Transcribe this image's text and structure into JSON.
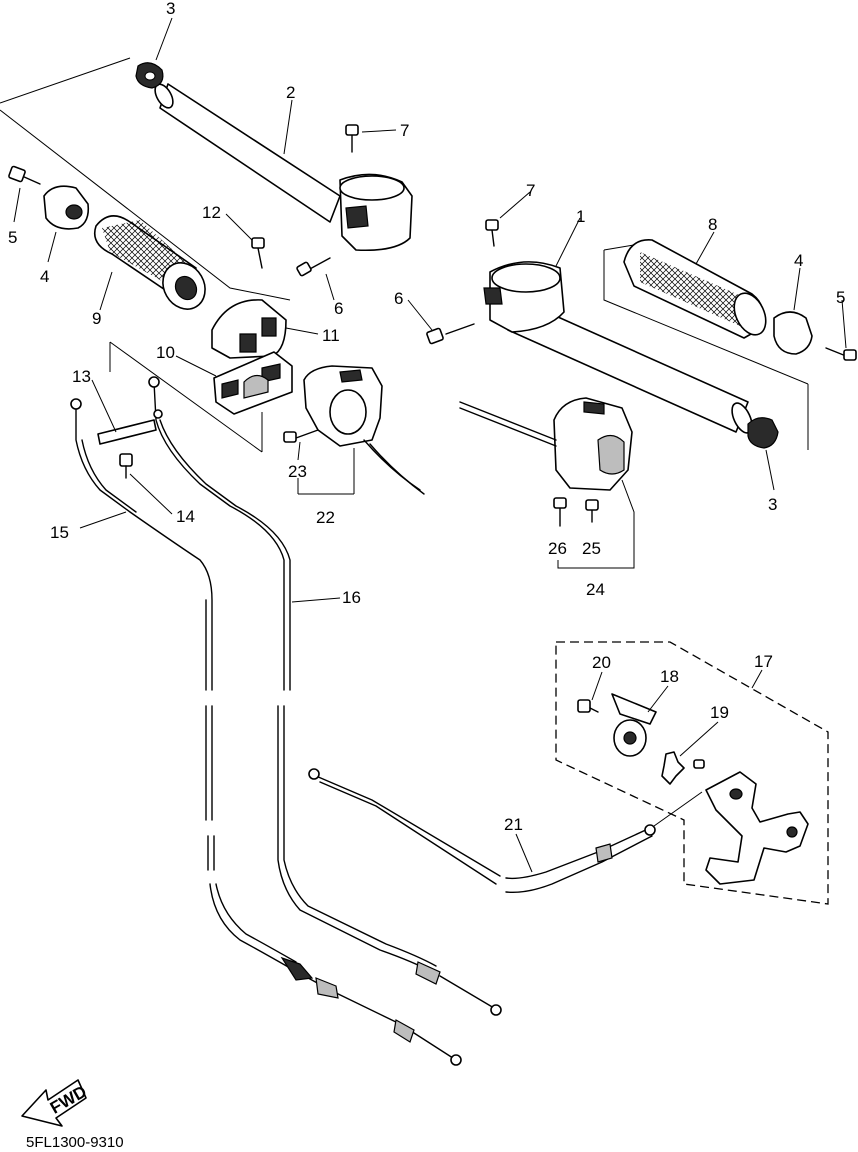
{
  "diagram": {
    "callouts": {
      "c1": "1",
      "c2": "2",
      "c3a": "3",
      "c3b": "3",
      "c4a": "4",
      "c4b": "4",
      "c5a": "5",
      "c5b": "5",
      "c6a": "6",
      "c6b": "6",
      "c7a": "7",
      "c7b": "7",
      "c8": "8",
      "c9": "9",
      "c10": "10",
      "c11": "11",
      "c12": "12",
      "c13": "13",
      "c14": "14",
      "c15": "15",
      "c16": "16",
      "c17": "17",
      "c18": "18",
      "c19": "19",
      "c20": "20",
      "c21": "21",
      "c22": "22",
      "c23": "23",
      "c24": "24",
      "c25": "25",
      "c26": "26"
    },
    "fwd_label": "FWD",
    "drawing_code": "5FL1300-9310"
  }
}
